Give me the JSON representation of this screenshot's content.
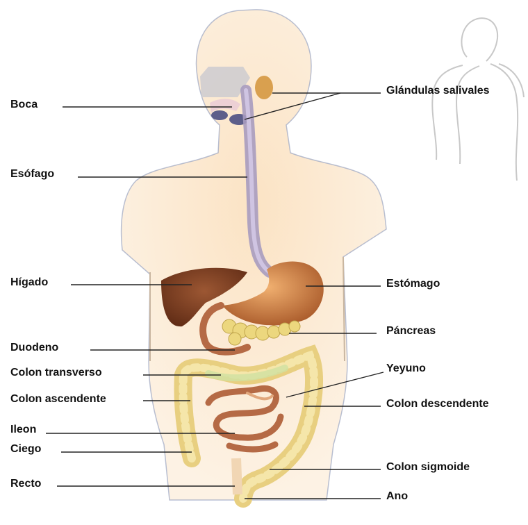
{
  "labels": {
    "boca": "Boca",
    "esofago": "Esófago",
    "higado": "Hígado",
    "duodeno": "Duodeno",
    "colon_transverso": "Colon transverso",
    "colon_ascendente": "Colon ascendente",
    "ileon": "Ileon",
    "ciego": "Ciego",
    "recto": "Recto",
    "glandulas_salivales": "Glándulas salivales",
    "estomago": "Estómago",
    "pancreas": "Páncreas",
    "yeyuno": "Yeyuno",
    "colon_descendente": "Colon descendente",
    "colon_sigmoide": "Colon sigmoide",
    "ano": "Ano"
  },
  "colors": {
    "body_fill": "#fbe6c8",
    "body_outline": "#7f8fb5",
    "liver": "#7a3a1e",
    "stomach": "#c9773f",
    "pancreas": "#e9d87a",
    "colon": "#e7cf82",
    "small_intestine": "#b56a45",
    "esophagus": "#9a8fb5"
  }
}
